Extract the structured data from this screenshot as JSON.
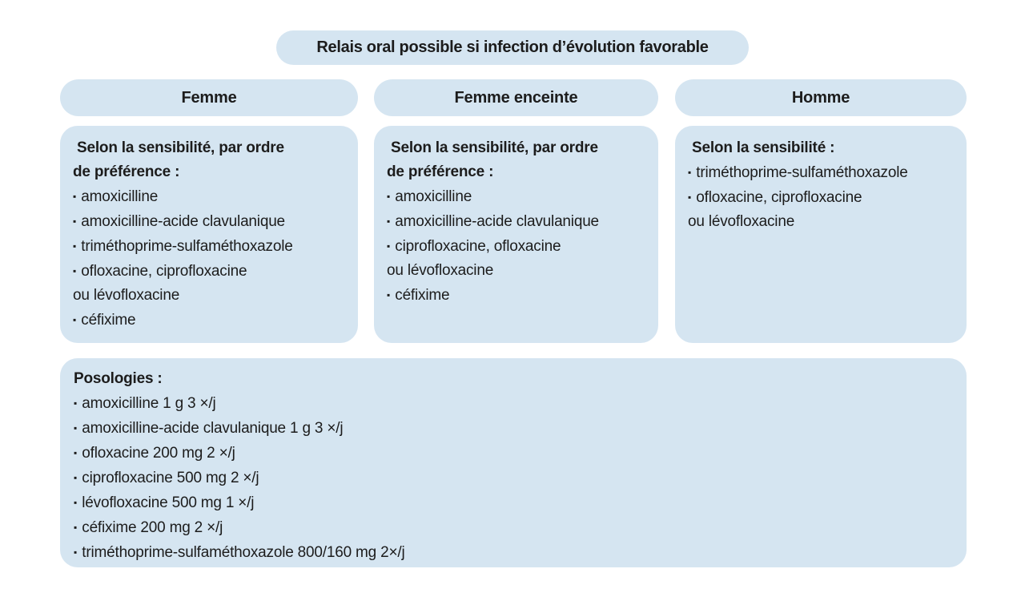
{
  "colors": {
    "box_bg": "#d5e5f1",
    "text": "#1c1c1c",
    "page_bg": "#ffffff"
  },
  "bullet_icon": "▪",
  "banner": {
    "title": "Relais oral possible si infection d’évolution favorable"
  },
  "columns": [
    {
      "header": "Femme",
      "intro": "Selon la sensibilité, par ordre\nde préférence :",
      "items": [
        "amoxicilline",
        "amoxicilline-acide clavulanique",
        "triméthoprime-sulfaméthoxazole",
        "ofloxacine, ciprofloxacine\nou lévofloxacine",
        "céfixime"
      ]
    },
    {
      "header": "Femme enceinte",
      "intro": "Selon la sensibilité, par ordre\nde préférence :",
      "items": [
        "amoxicilline",
        "amoxicilline-acide clavulanique",
        "ciprofloxacine, ofloxacine\nou lévofloxacine",
        "céfixime"
      ]
    },
    {
      "header": "Homme",
      "intro": "Selon la sensibilité :",
      "items": [
        "triméthoprime-sulfaméthoxazole",
        "ofloxacine, ciprofloxacine\nou lévofloxacine"
      ]
    }
  ],
  "posologies": {
    "title": "Posologies :",
    "items": [
      "amoxicilline 1 g 3 ×/j",
      "amoxicilline-acide clavulanique 1 g 3 ×/j",
      "ofloxacine 200 mg 2 ×/j",
      "ciprofloxacine 500 mg 2 ×/j",
      "lévofloxacine 500 mg 1 ×/j",
      "céfixime 200 mg 2 ×/j",
      "triméthoprime-sulfaméthoxazole 800/160 mg 2×/j"
    ]
  }
}
